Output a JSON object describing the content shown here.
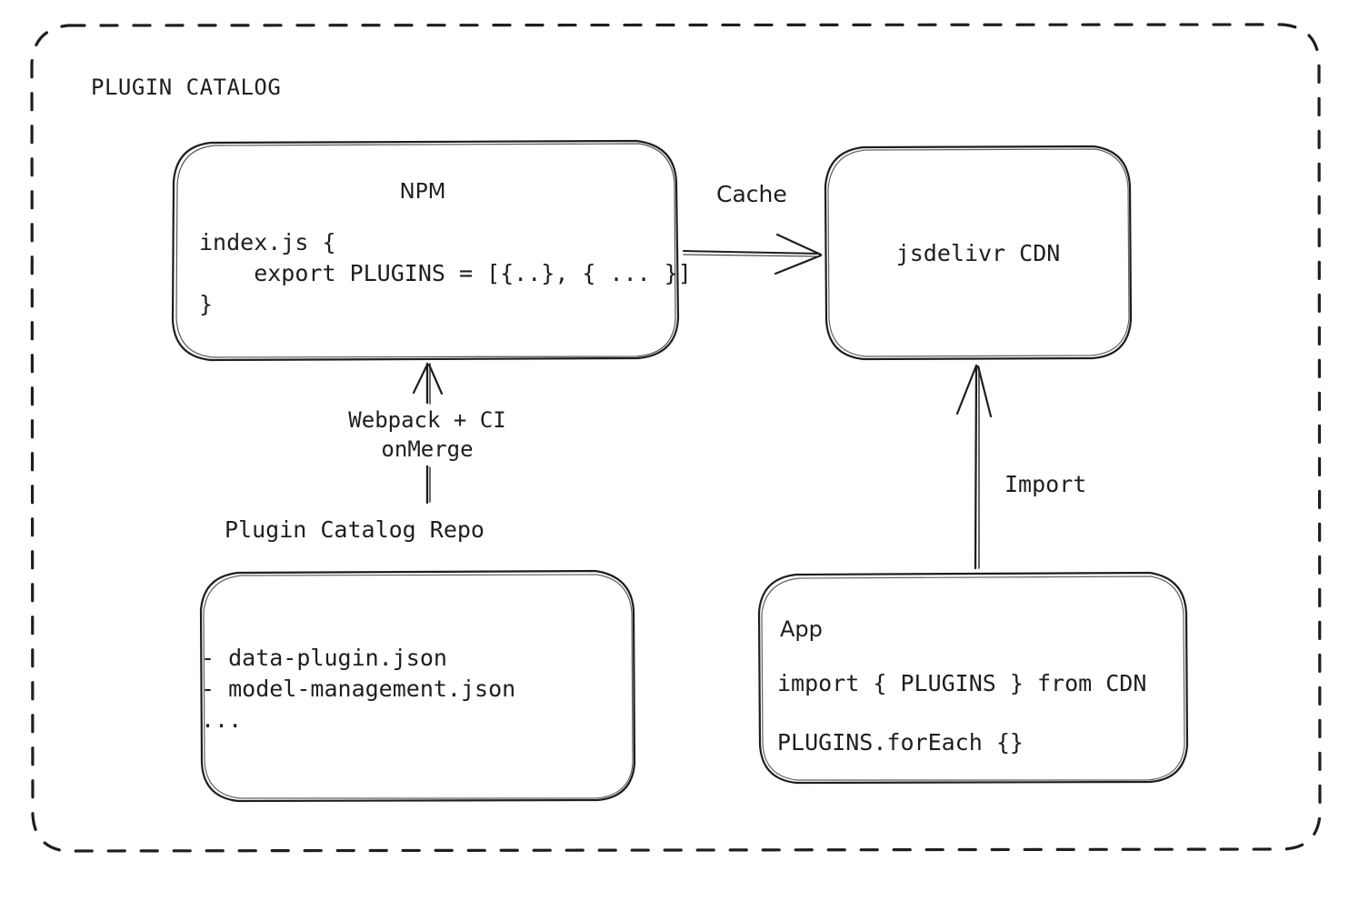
{
  "diagram": {
    "title": "PLUGIN CATALOG",
    "accent_color": "#1e1e1e",
    "background": "#ffffff"
  },
  "nodes": {
    "npm": {
      "title": "NPM",
      "code": "index.js {\n    export PLUGINS = [{..}, { ... }]\n}"
    },
    "cdn": {
      "label": "jsdelivr CDN"
    },
    "repo": {
      "caption": "Plugin Catalog Repo",
      "files": "- data-plugin.json\n- model-management.json\n..."
    },
    "app": {
      "title": "App",
      "code_line_1": "import { PLUGINS } from CDN",
      "code_line_2": "PLUGINS.forEach {}"
    }
  },
  "edges": {
    "cache": {
      "label": "Cache"
    },
    "webpack": {
      "label": "Webpack + CI\nonMerge"
    },
    "import": {
      "label": "Import"
    }
  }
}
